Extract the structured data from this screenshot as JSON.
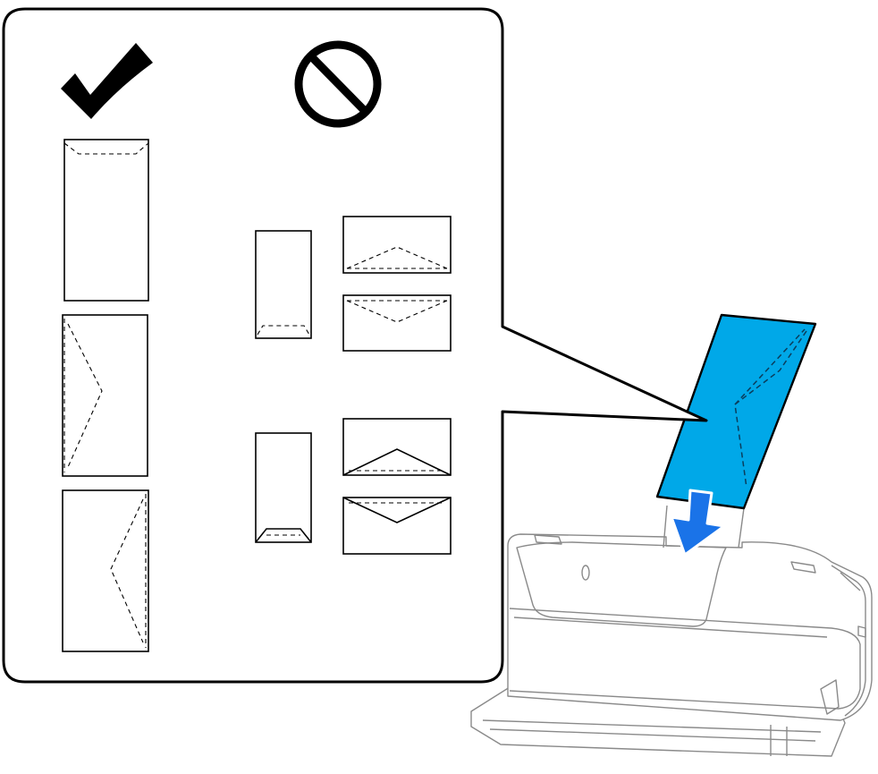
{
  "figure": {
    "type": "envelope-loading-illustration",
    "callout_panel": {
      "allowed_column": {
        "symbol": "checkmark-icon",
        "envelopes": [
          "portrait-flap-top",
          "portrait-flap-left",
          "portrait-flap-right"
        ]
      },
      "prohibited_column": {
        "symbol": "prohibited-icon",
        "envelopes": [
          "portrait-closed-flap-bottom",
          "landscape-closed-flap-bottom",
          "landscape-closed-flap-top",
          "portrait-open-flap-bottom",
          "landscape-open-flap-bottom",
          "landscape-open-flap-top"
        ]
      }
    },
    "device": {
      "name": "scanner-icon",
      "inserted_item": "envelope",
      "insert_direction": "down-arrow-icon"
    },
    "colors": {
      "envelope_fill": "#00a8e8",
      "arrow_fill": "#1a73e8",
      "outline": "#000000",
      "scanner_outline": "#8a8a8a"
    }
  }
}
